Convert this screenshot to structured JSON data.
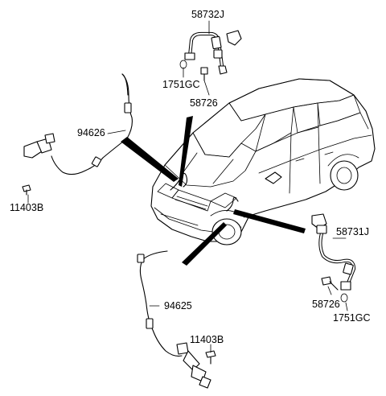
{
  "parts": {
    "p58732J": "58732J",
    "p1751GC_top": "1751GC",
    "p58726_top": "58726",
    "p94626": "94626",
    "p11403B_left": "11403B",
    "p58731J": "58731J",
    "p58726_right": "58726",
    "p1751GC_right": "1751GC",
    "p94625": "94625",
    "p11403B_bottom": "11403B"
  }
}
